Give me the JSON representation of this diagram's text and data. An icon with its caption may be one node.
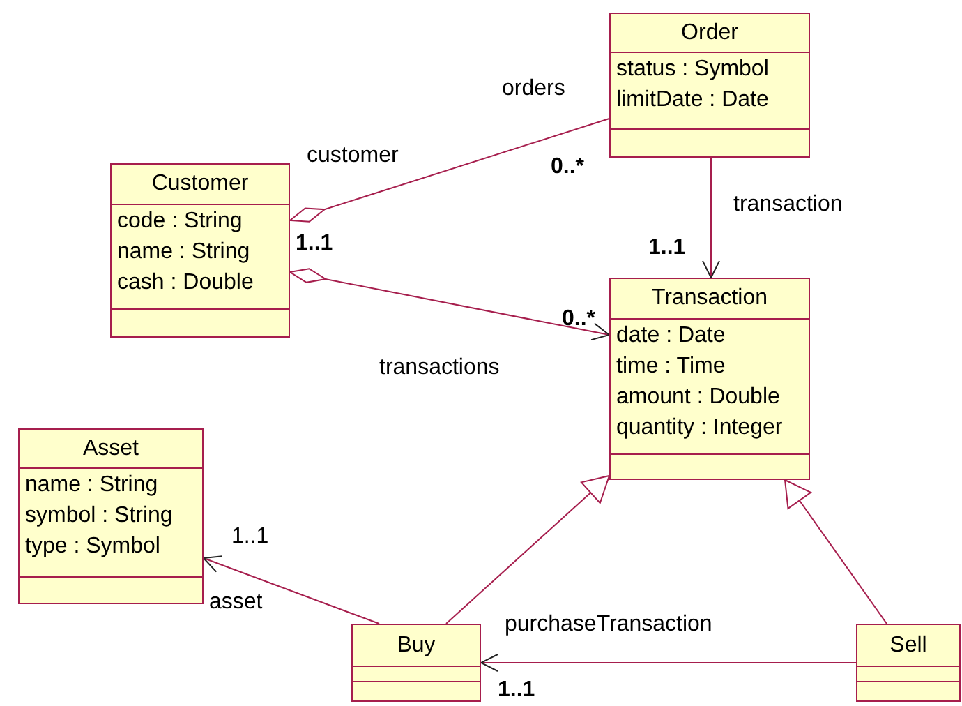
{
  "diagram": {
    "nodes": [
      {
        "text": [
          "Customer",
          "code : String",
          "name : String",
          "cash : Double"
        ]
      },
      {
        "text": [
          "Order",
          "status : Symbol",
          "limitDate : Date"
        ]
      },
      {
        "text": [
          "Transaction",
          "date : Date",
          "time : Time",
          "amount : Double",
          "quantity : Integer"
        ]
      },
      {
        "text": [
          "Asset",
          "name : String",
          "symbol : String",
          "type : Symbol"
        ]
      },
      {
        "text": [
          "Buy"
        ]
      },
      {
        "text": [
          "Sell"
        ]
      }
    ],
    "edges": [
      {
        "from": 0,
        "to": 1,
        "arrow": "other"
      },
      {
        "from": 0,
        "to": 2,
        "arrow": "to"
      },
      {
        "from": 1,
        "to": 2,
        "arrow": "to"
      },
      {
        "from": 4,
        "to": 2,
        "arrow": "to"
      },
      {
        "from": 5,
        "to": 2,
        "arrow": "to"
      },
      {
        "from": 4,
        "to": 3,
        "arrow": "to"
      },
      {
        "from": 5,
        "to": 4,
        "arrow": "to"
      }
    ],
    "labels": [
      "orders",
      "customer",
      "0..*",
      "transaction",
      "1..1",
      "1..1",
      "0..*",
      "transactions",
      "1..1",
      "asset",
      "purchaseTransaction",
      "1..1"
    ]
  }
}
